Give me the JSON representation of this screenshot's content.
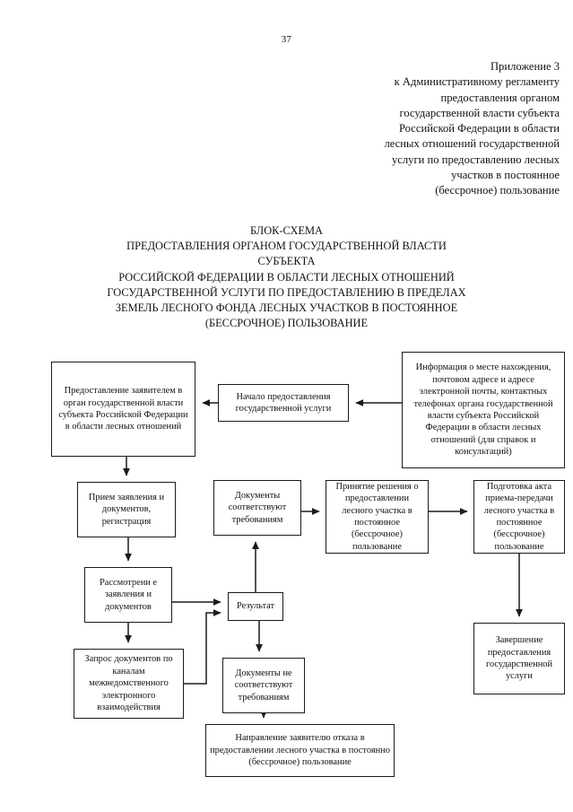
{
  "page": {
    "number": "37"
  },
  "addressee": {
    "lines": [
      "Приложение 3",
      "к Административному регламенту",
      "предоставления органом",
      "государственной власти субъекта",
      "Российской Федерации в области",
      "лесных отношений государственной",
      "услуги по предоставлению лесных",
      "участков в постоянное",
      "(бессрочное) пользование"
    ]
  },
  "title": {
    "lines": [
      "БЛОК-СХЕМА",
      "ПРЕДОСТАВЛЕНИЯ ОРГАНОМ ГОСУДАРСТВЕННОЙ ВЛАСТИ",
      "СУБЪЕКТА",
      "РОССИЙСКОЙ ФЕДЕРАЦИИ В ОБЛАСТИ ЛЕСНЫХ ОТНОШЕНИЙ",
      "ГОСУДАРСТВЕННОЙ УСЛУГИ ПО ПРЕДОСТАВЛЕНИЮ В ПРЕДЕЛАХ",
      "ЗЕМЕЛЬ ЛЕСНОГО ФОНДА ЛЕСНЫХ УЧАСТКОВ В ПОСТОЯННОЕ",
      "(БЕССРОЧНОЕ) ПОЛЬЗОВАНИЕ"
    ]
  },
  "flowchart": {
    "nodes": {
      "applicant": "Предоставление заявителем в орган государственной власти субъекта Российской Федерации в области лесных отношений",
      "start": "Начало предоставления государственной услуги",
      "info": "Информация о месте нахождения, почтовом адресе и адресе электронной почты, контактных телефонах органа государственной власти субъекта Российской Федерации в области лесных отношений (для справок и консультаций)",
      "intake": "Прием заявления и документов, регистрация",
      "docs_ok": "Документы соответствуют требованиям",
      "decision": "Принятие решения о предоставлении лесного участка в постоянное (бессрочное) пользование",
      "act": "Подготовка акта приема-передачи лесного участка в постоянное (бессрочное) пользование",
      "review": "Рассмотрени е заявления и документов",
      "result": "Результат",
      "interdept": "Запрос документов по каналам межведомственного электронного взаимодействия",
      "docs_bad": "Документы не соответствуют требованиям",
      "refusal": "Направление заявителю отказа в предоставлении лесного участка в постоянно (бессрочное) пользование",
      "complete": "Завершение предоставления государственной услуги"
    },
    "edges": [
      {
        "name": "info-to-start",
        "from": "info",
        "to": "start"
      },
      {
        "name": "start-to-applicant",
        "from": "start",
        "to": "applicant"
      },
      {
        "name": "applicant-to-intake",
        "from": "applicant",
        "to": "intake"
      },
      {
        "name": "intake-to-review",
        "from": "intake",
        "to": "review"
      },
      {
        "name": "review-to-result",
        "from": "review",
        "to": "result"
      },
      {
        "name": "review-to-interdept",
        "from": "review",
        "to": "interdept"
      },
      {
        "name": "interdept-to-result",
        "from": "interdept",
        "to": "result"
      },
      {
        "name": "result-to-docs-ok",
        "from": "result",
        "to": "docs_ok"
      },
      {
        "name": "result-to-docs-bad",
        "from": "result",
        "to": "docs_bad"
      },
      {
        "name": "docs-ok-to-decision",
        "from": "docs_ok",
        "to": "decision"
      },
      {
        "name": "decision-to-act",
        "from": "decision",
        "to": "act"
      },
      {
        "name": "act-to-complete",
        "from": "act",
        "to": "complete"
      },
      {
        "name": "docs-bad-to-refusal",
        "from": "docs_bad",
        "to": "refusal"
      }
    ]
  },
  "colors": {
    "ink": "#121212",
    "stroke": "#1b1b1b",
    "paper": "#ffffff"
  }
}
